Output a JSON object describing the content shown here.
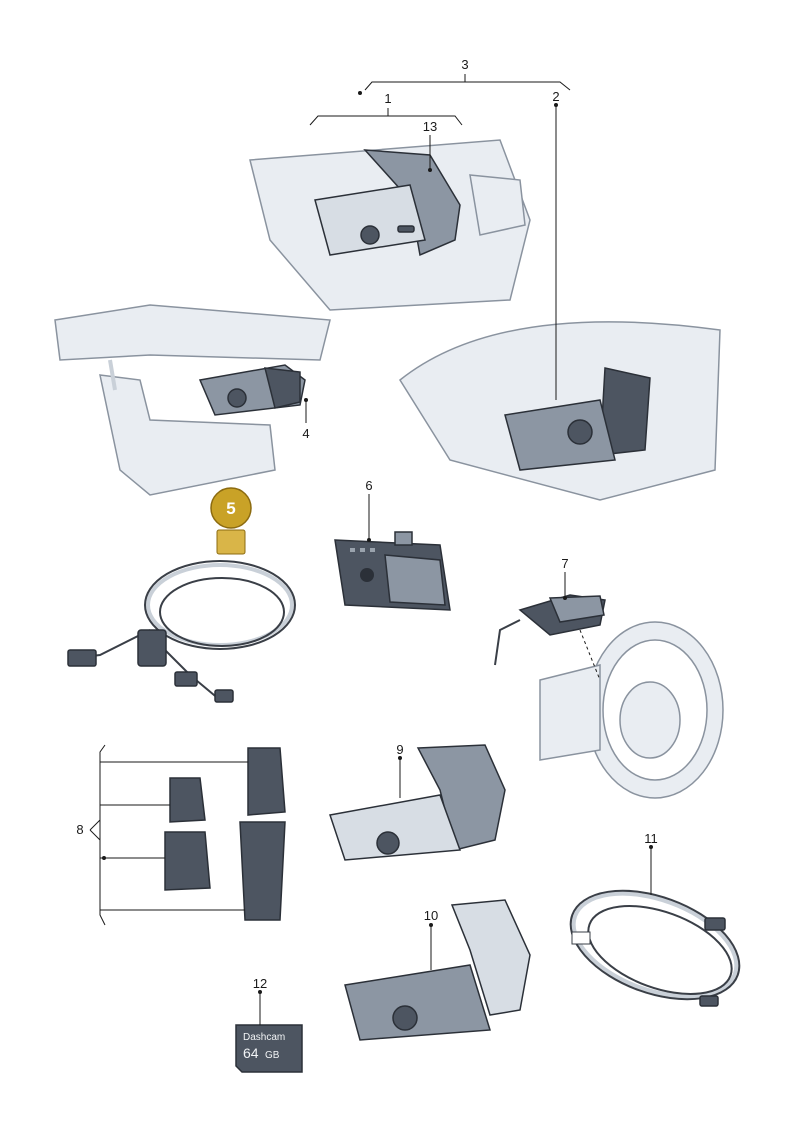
{
  "callouts": {
    "c1": "1",
    "c2": "2",
    "c3": "3",
    "c4": "4",
    "c5": "5",
    "c6": "6",
    "c7": "7",
    "c8": "8",
    "c9": "9",
    "c10": "10",
    "c11": "11",
    "c12": "12",
    "c13": "13"
  },
  "highlighted_part": "5",
  "sd_card": {
    "line1": "Dashcam",
    "line2": "64",
    "line3": "GB"
  },
  "colors": {
    "highlight": "#c9a227",
    "part_dark": "#4d5561",
    "part_light": "#d7dde4"
  }
}
